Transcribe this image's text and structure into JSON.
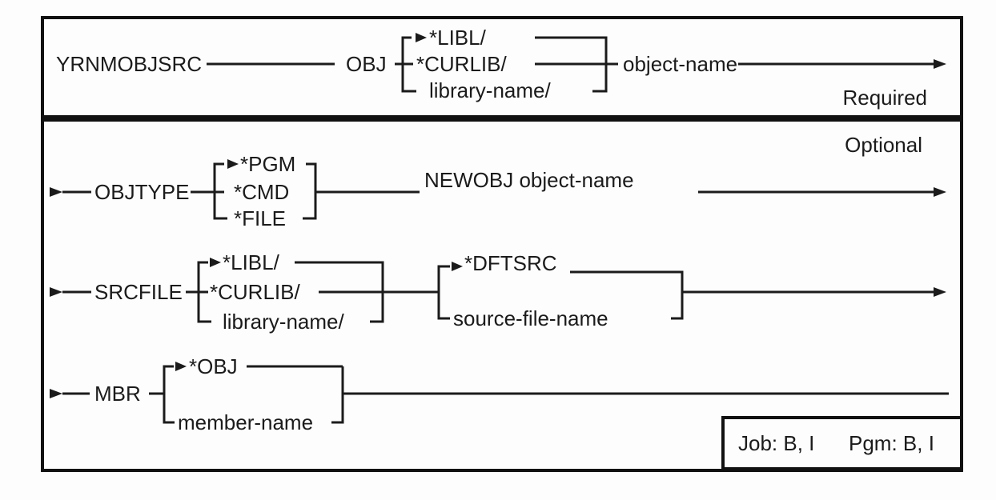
{
  "diagram": {
    "command": "YRNMOBJSRC",
    "required_section": {
      "label": "Required",
      "obj": {
        "name": "OBJ",
        "library_options": [
          "*LIBL/",
          "*CURLIB/",
          "library-name/"
        ],
        "value": "object-name"
      }
    },
    "optional_section": {
      "label": "Optional",
      "objtype": {
        "name": "OBJTYPE",
        "options": [
          "*PGM",
          "*CMD",
          "*FILE"
        ]
      },
      "newobj": {
        "text": "NEWOBJ object-name"
      },
      "srcfile": {
        "name": "SRCFILE",
        "library_options": [
          "*LIBL/",
          "*CURLIB/",
          "library-name/"
        ],
        "file_options": [
          "*DFTSRC",
          "source-file-name"
        ]
      },
      "mbr": {
        "name": "MBR",
        "options": [
          "*OBJ",
          "member-name"
        ]
      },
      "environment": {
        "job": "Job: B, I",
        "pgm": "Pgm: B, I"
      }
    },
    "colors": {
      "line": "#1b1b1b",
      "background": "#fdfdfd"
    }
  }
}
